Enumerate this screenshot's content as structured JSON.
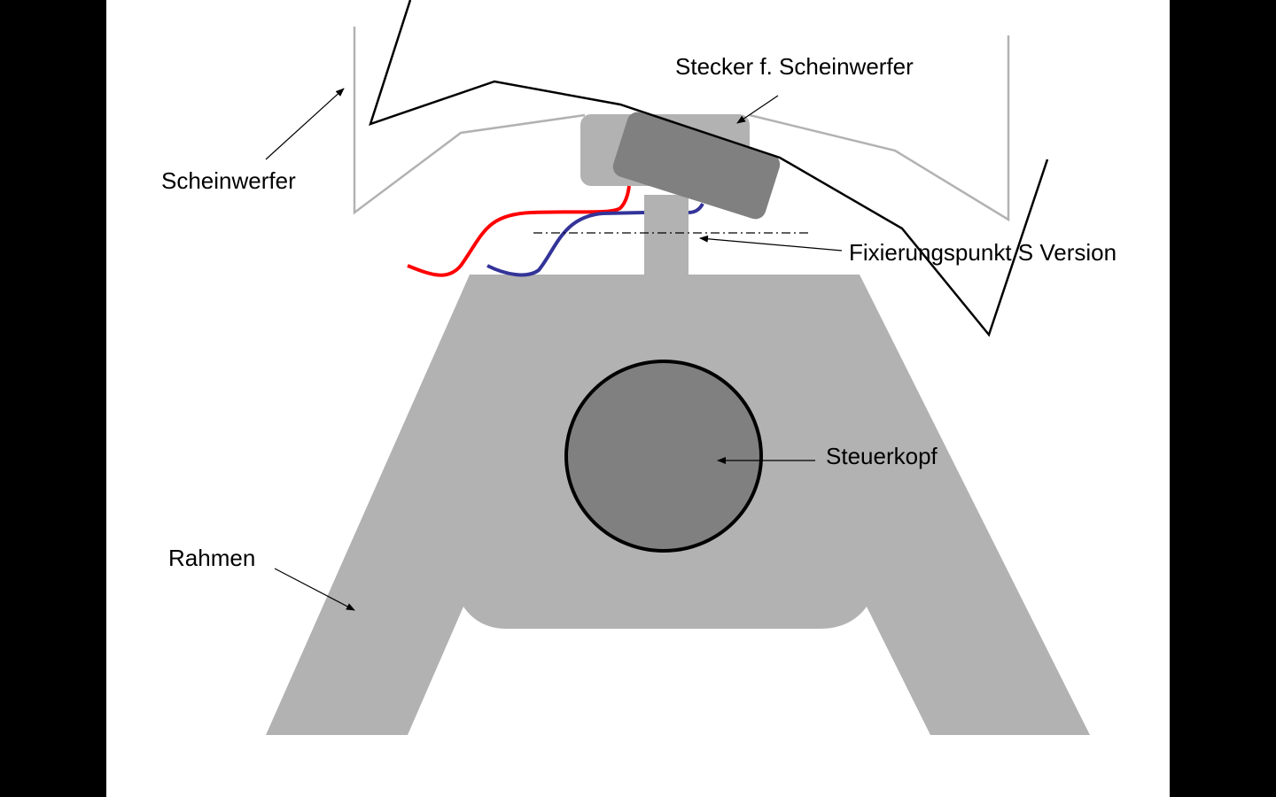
{
  "labels": {
    "headlight": "Scheinwerfer",
    "connector": "Stecker f. Scheinwerfer",
    "fixing_point": "Fixierungspunkt S Version",
    "head_tube": "Steuerkopf",
    "frame": "Rahmen"
  },
  "colors": {
    "frame": "#b2b2b2",
    "head_tube": "#808080",
    "wire_red": "#ff0000",
    "wire_blue": "#333399",
    "headlight_outline": "#b2b2b2"
  }
}
